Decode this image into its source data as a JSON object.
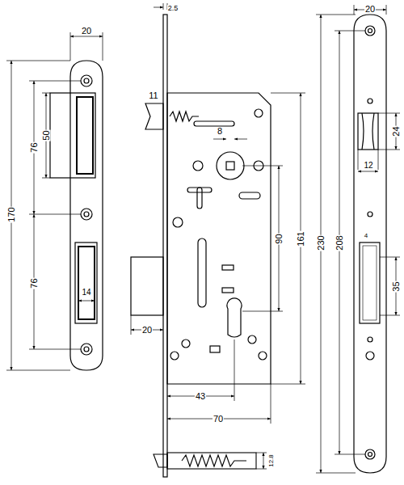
{
  "diagram": {
    "labels": [
      "20",
      "76",
      "50",
      "170",
      "76",
      "14",
      "2.5",
      "11",
      "8",
      "90",
      "161",
      "20",
      "43",
      "70",
      "12.8",
      "20",
      "230",
      "208",
      "24",
      "12",
      "4",
      "35"
    ]
  }
}
